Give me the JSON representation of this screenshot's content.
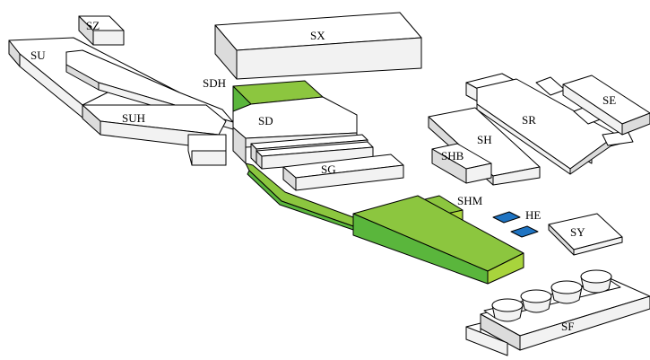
{
  "colors": {
    "top": "#ffffff",
    "side_light": "#f2f2f2",
    "side_dark": "#dcdcdc",
    "highlight_top": "#8cc63f",
    "highlight_front": "#5ab63c",
    "highlight_side": "#a8d43c",
    "marker_blue": "#1f74c2",
    "outline": "#000000"
  },
  "labels": {
    "sz": "SZ",
    "sx": "SX",
    "su": "SU",
    "sdh": "SDH",
    "suh": "SUH",
    "sd": "SD",
    "sg": "SG",
    "sr": "SR",
    "se": "SE",
    "sh": "SH",
    "shb": "SHB",
    "shm": "SHM",
    "he": "HE",
    "sy": "SY",
    "sf": "SF"
  }
}
